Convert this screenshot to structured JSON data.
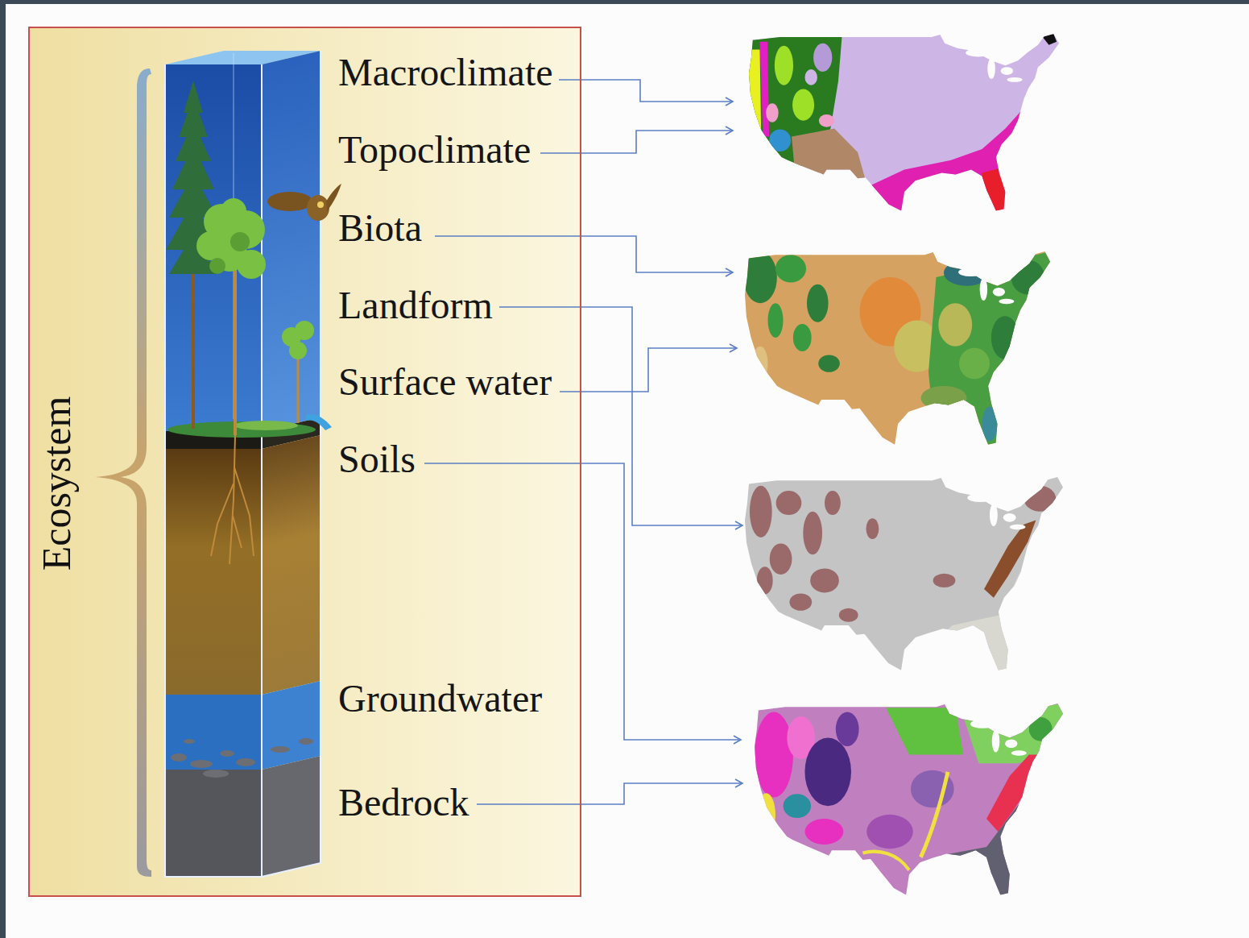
{
  "diagram": {
    "nodes": [
      {
        "text": [
          "Ecosystem"
        ]
      }
    ],
    "labels": [
      "Macroclimate",
      "Topoclimate",
      "Biota",
      "Landform",
      "Surface water",
      "Soils",
      "Groundwater",
      "Bedrock"
    ]
  }
}
